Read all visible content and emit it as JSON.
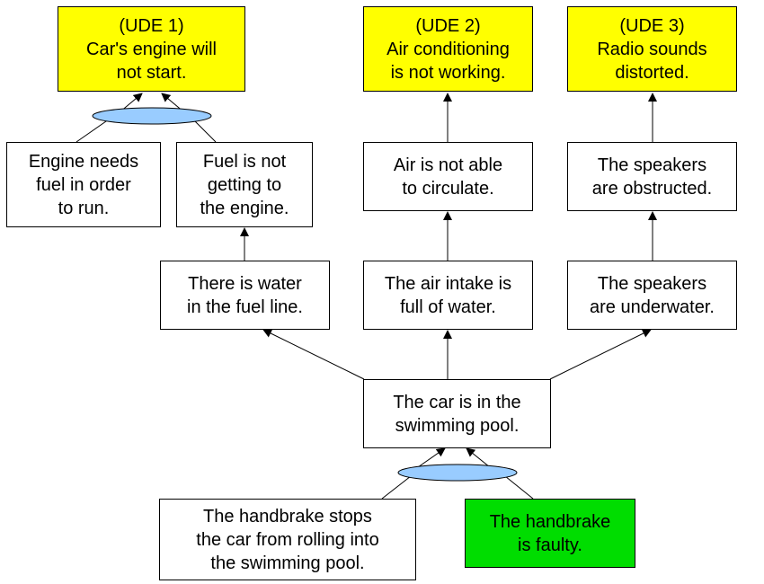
{
  "colors": {
    "ude_fill": "#ffff00",
    "root_cause_fill": "#00dd00",
    "default_fill": "#ffffff",
    "ellipse_fill": "#99ccff",
    "line": "#000000"
  },
  "nodes": {
    "ude1": {
      "text": "(UDE 1)\nCar's engine will\nnot start.",
      "kind": "ude"
    },
    "ude2": {
      "text": "(UDE 2)\nAir conditioning\nis not working.",
      "kind": "ude"
    },
    "ude3": {
      "text": "(UDE 3)\nRadio sounds\ndistorted.",
      "kind": "ude"
    },
    "engine_fuel": {
      "text": "Engine needs\nfuel in order\nto run.",
      "kind": "default"
    },
    "fuel_not_getting": {
      "text": "Fuel is not\ngetting to\nthe engine.",
      "kind": "default"
    },
    "air_circulate": {
      "text": "Air is not able\nto circulate.",
      "kind": "default"
    },
    "speakers_obstructed": {
      "text": "The speakers\nare obstructed.",
      "kind": "default"
    },
    "water_fuel_line": {
      "text": "There is water\nin the fuel line.",
      "kind": "default"
    },
    "air_intake_water": {
      "text": "The air intake is\nfull of water.",
      "kind": "default"
    },
    "speakers_underwater": {
      "text": "The speakers\nare underwater.",
      "kind": "default"
    },
    "car_pool": {
      "text": "The car is in the\nswimming pool.",
      "kind": "default"
    },
    "handbrake_stops": {
      "text": "The handbrake stops\nthe car from rolling into\nthe swimming pool.",
      "kind": "default"
    },
    "handbrake_faulty": {
      "text": "The handbrake\nis faulty.",
      "kind": "root_cause"
    }
  }
}
